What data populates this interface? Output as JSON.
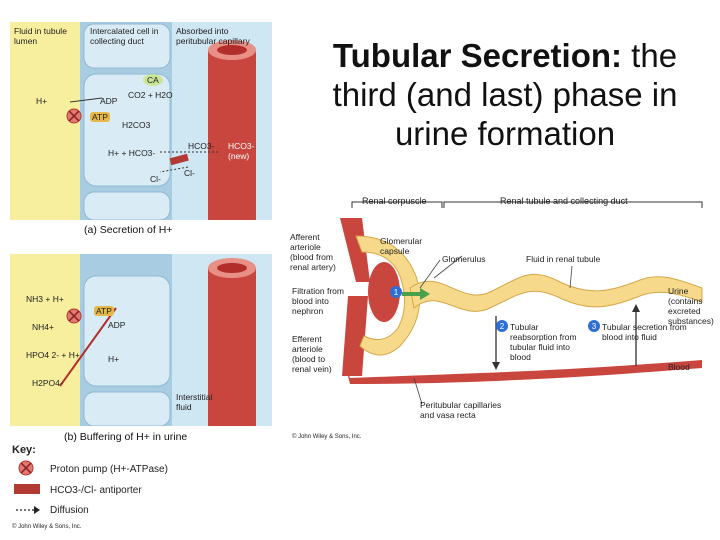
{
  "title": {
    "bold": "Tubular Secretion:",
    "rest": " the third (and last) phase in urine formation"
  },
  "panel_a": {
    "zone_fluid": "Fluid in tubule lumen",
    "zone_cell": "Intercalated cell in collecting duct",
    "zone_capillary": "Absorbed into peritubular capillary",
    "h_plus": "H+",
    "adp": "ADP",
    "atp": "ATP",
    "co2_h2o": "CO2 + H2O",
    "ca": "CA",
    "h2co3": "H2CO3",
    "h_hco3": "H+ + HCO3-",
    "hco3_in": "HCO3-",
    "hco3_new": "HCO3- (new)",
    "cl_cell": "Cl-",
    "cl_cap": "Cl-",
    "caption": "(a) Secretion of H+"
  },
  "panel_b": {
    "nh3": "NH3 + H+",
    "nh4": "NH4+",
    "atp": "ATP",
    "adp": "ADP",
    "hpo4": "HPO4 2- + H+",
    "h2po4": "H2PO4-",
    "h_plus": "H+",
    "interstitial": "Interstitial fluid",
    "caption": "(b) Buffering of H+ in urine"
  },
  "key": {
    "title": "Key:",
    "items": [
      {
        "label": "Proton pump (H+-ATPase)"
      },
      {
        "label": "HCO3-/Cl- antiporter"
      },
      {
        "label": "Diffusion"
      }
    ],
    "copyright": "© John Wiley & Sons, Inc."
  },
  "nephron": {
    "renal_corpuscle": "Renal corpuscle",
    "tubule_duct": "Renal tubule and collecting duct",
    "afferent": "Afferent arteriole (blood from renal artery)",
    "glomerular_capsule": "Glomerular capsule",
    "glomerulus": "Glomerulus",
    "fluid_tubule": "Fluid in renal tubule",
    "filtration": "Filtration from blood into nephron",
    "urine": "Urine (contains excreted substances)",
    "reabsorption": "Tubular reabsorption from tubular fluid into blood",
    "secretion": "Tubular secretion from blood into fluid",
    "efferent": "Efferent arteriole (blood to renal vein)",
    "blood": "Blood",
    "peritubular": "Peritubular capillaries and vasa recta",
    "copyright": "© John Wiley & Sons, Inc.",
    "step1": "1",
    "step2": "2",
    "step3": "3"
  },
  "colors": {
    "lumen": "#f7ef9e",
    "cell": "#a8cde3",
    "capillary_bg": "#cfe6f3",
    "vessel": "#c9463f",
    "tubule": "#f6d98a",
    "arrow_green": "#4aa04a",
    "step_blue": "#2e6fd6",
    "pump": "#e07a70"
  }
}
